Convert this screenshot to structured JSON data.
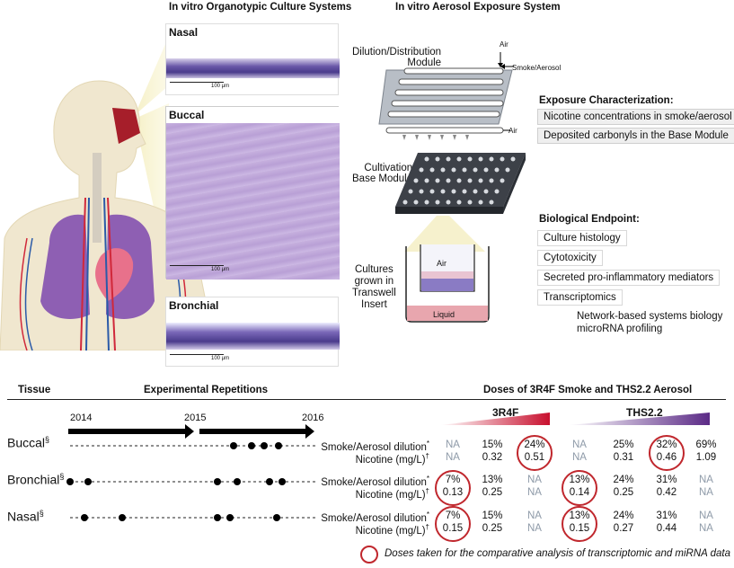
{
  "headers": {
    "organotypic": "In vitro Organotypic Culture Systems",
    "aerosol": "In vitro Aerosol Exposure System",
    "tissue": "Tissue",
    "repetitions": "Experimental Repetitions",
    "doses": "Doses of 3R4F Smoke and THS2.2 Aerosol"
  },
  "histology": [
    {
      "label": "Nasal",
      "scale": "100 μm"
    },
    {
      "label": "Buccal",
      "scale": "100 μm"
    },
    {
      "label": "Bronchial",
      "scale": "100 μm"
    }
  ],
  "exposure": {
    "dilution_module": "Dilution/Distribution\nModule",
    "air_top": "Air",
    "smoke_in": "Smoke/Aerosol",
    "air_side": "Air",
    "base_module": "Cultivation\nBase Module",
    "cultures": "Cultures\ngrown in\nTranswell\nInsert",
    "insert_air": "Air",
    "insert_liquid": "Liquid"
  },
  "characterization": {
    "title": "Exposure Characterization:",
    "items": [
      "Nicotine concentrations in smoke/aerosol",
      "Deposited carbonyls in the Base Module"
    ]
  },
  "endpoints": {
    "title": "Biological Endpoint:",
    "items": [
      "Culture histology",
      "Cytotoxicity",
      "Secreted pro-inflammatory mediators",
      "Transcriptomics"
    ],
    "sub": "Network-based systems biology\nmicroRNA profiling"
  },
  "timeline": {
    "years": [
      "2014",
      "2015",
      "2016"
    ]
  },
  "products": {
    "p1": "3R4F",
    "p2": "THS2.2"
  },
  "row_labels": {
    "dilution": "Smoke/Aerosol dilution",
    "dilution_mark": "*",
    "nicotine": "Nicotine (mg/L)",
    "nicotine_mark": "†"
  },
  "tissues": [
    {
      "name": "Buccal",
      "mark": "§",
      "dilution": [
        "NA",
        "15%",
        "24%",
        "NA",
        "25%",
        "32%",
        "69%"
      ],
      "nicotine": [
        "NA",
        "0.32",
        "0.51",
        "NA",
        "0.31",
        "0.46",
        "1.09"
      ],
      "circled": [
        2,
        5
      ]
    },
    {
      "name": "Bronchial",
      "mark": "§",
      "dilution": [
        "7%",
        "13%",
        "NA",
        "13%",
        "24%",
        "31%",
        "NA"
      ],
      "nicotine": [
        "0.13",
        "0.25",
        "NA",
        "0.14",
        "0.25",
        "0.42",
        "NA"
      ],
      "circled": [
        0,
        3
      ]
    },
    {
      "name": "Nasal",
      "mark": "§",
      "dilution": [
        "7%",
        "15%",
        "NA",
        "13%",
        "24%",
        "31%",
        "NA"
      ],
      "nicotine": [
        "0.15",
        "0.25",
        "NA",
        "0.15",
        "0.27",
        "0.44",
        "NA"
      ],
      "circled": [
        0,
        3
      ]
    }
  ],
  "legend": "Doses taken for the comparative analysis of transcriptomic and miRNA data",
  "colors": {
    "p1": "#c8102e",
    "p2": "#5b2a86",
    "circle": "#c0272d",
    "na": "#8e9aa8",
    "tissue_purple": "#b7a7d6"
  }
}
